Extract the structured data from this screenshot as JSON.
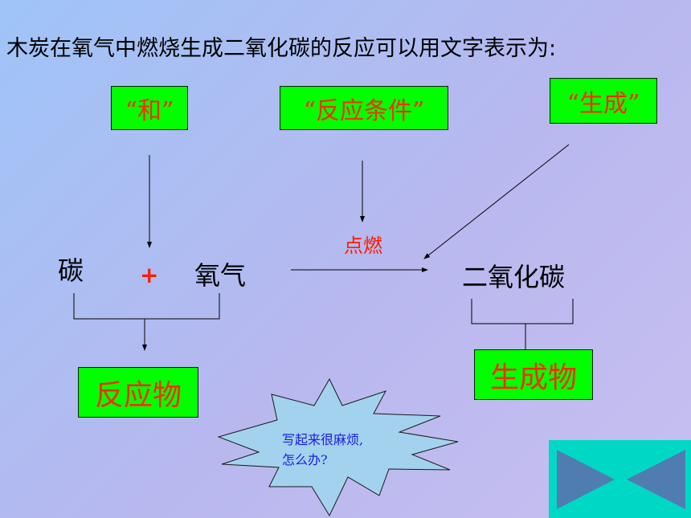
{
  "title": "木炭在氧气中燃烧生成二氧化碳的反应可以用文字表示为:",
  "boxes": {
    "he": "“和”",
    "condition": "“反应条件”",
    "generate": "“生成”",
    "reactants": "反应物",
    "products": "生成物"
  },
  "equation": {
    "carbon": "碳",
    "plus": "+",
    "oxygen": "氧气",
    "condition": "点燃",
    "co2": "二氧化碳"
  },
  "callout": {
    "line1": "写起来很麻烦,",
    "line2": "怎么办?"
  },
  "colors": {
    "box_fill": "#00ff00",
    "box_text": "#ff2a00",
    "accent_red": "#ff1a00",
    "callout_fill": "#a3d2ef",
    "callout_text": "#1a1ae6",
    "nav_fill": "#00d8c6",
    "nav_arrows": "#4f7db2"
  },
  "icons": {
    "navigation": "prev-next-arrows-icon",
    "callout": "starburst-callout-icon"
  }
}
